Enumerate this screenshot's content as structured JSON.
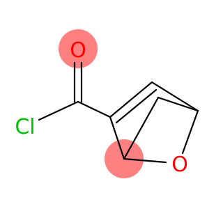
{
  "molecule": {
    "atoms": [
      {
        "id": "O1",
        "symbol": "O",
        "color": "#ff0000",
        "highlight": "#ff7f7f"
      },
      {
        "id": "Cl1",
        "symbol": "Cl",
        "color": "#00c000"
      },
      {
        "id": "O2",
        "symbol": "O",
        "color": "#ff0000"
      }
    ],
    "highlight_color": "#ff8080",
    "bond_color": "#000000"
  }
}
